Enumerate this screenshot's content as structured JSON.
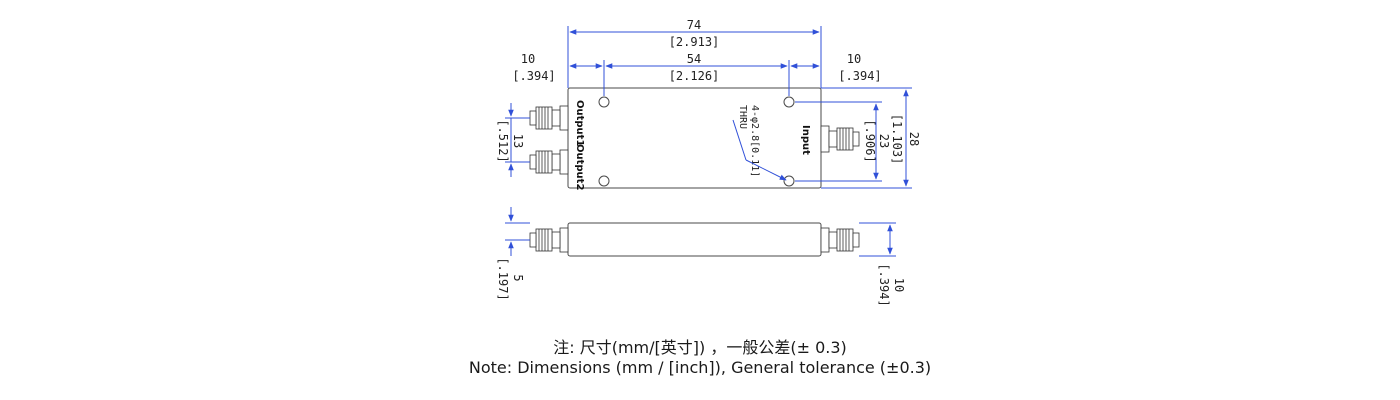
{
  "drawing": {
    "dims": {
      "overall_length_mm": "74",
      "overall_length_in": "[2.913]",
      "hole_spacing_mm": "54",
      "hole_spacing_in": "[2.126]",
      "left_offset_mm": "10",
      "left_offset_in": "[.394]",
      "right_offset_mm": "10",
      "right_offset_in": "[.394]",
      "height_mm": "28",
      "height_in": "[1.103]",
      "hole_vert_mm": "23",
      "hole_vert_in": "[.906]",
      "port_pitch_mm": "13",
      "port_pitch_in": "[.512]",
      "side_conn_mm": "5",
      "side_conn_in": "[.197]",
      "thickness_mm": "10",
      "thickness_in": "[.394]"
    },
    "labels": {
      "output1": "Output1",
      "output2": "Output2",
      "input": "Input",
      "hole_callout_line1": "4-φ2.8[0.11]",
      "hole_callout_line2": "THRU"
    },
    "line_color": "#3050d8"
  },
  "notes": {
    "zh": "注: 尺寸(mm/[英寸]) ，一般公差(± 0.3)",
    "en": "Note: Dimensions (mm / [inch]), General tolerance (±0.3)"
  }
}
